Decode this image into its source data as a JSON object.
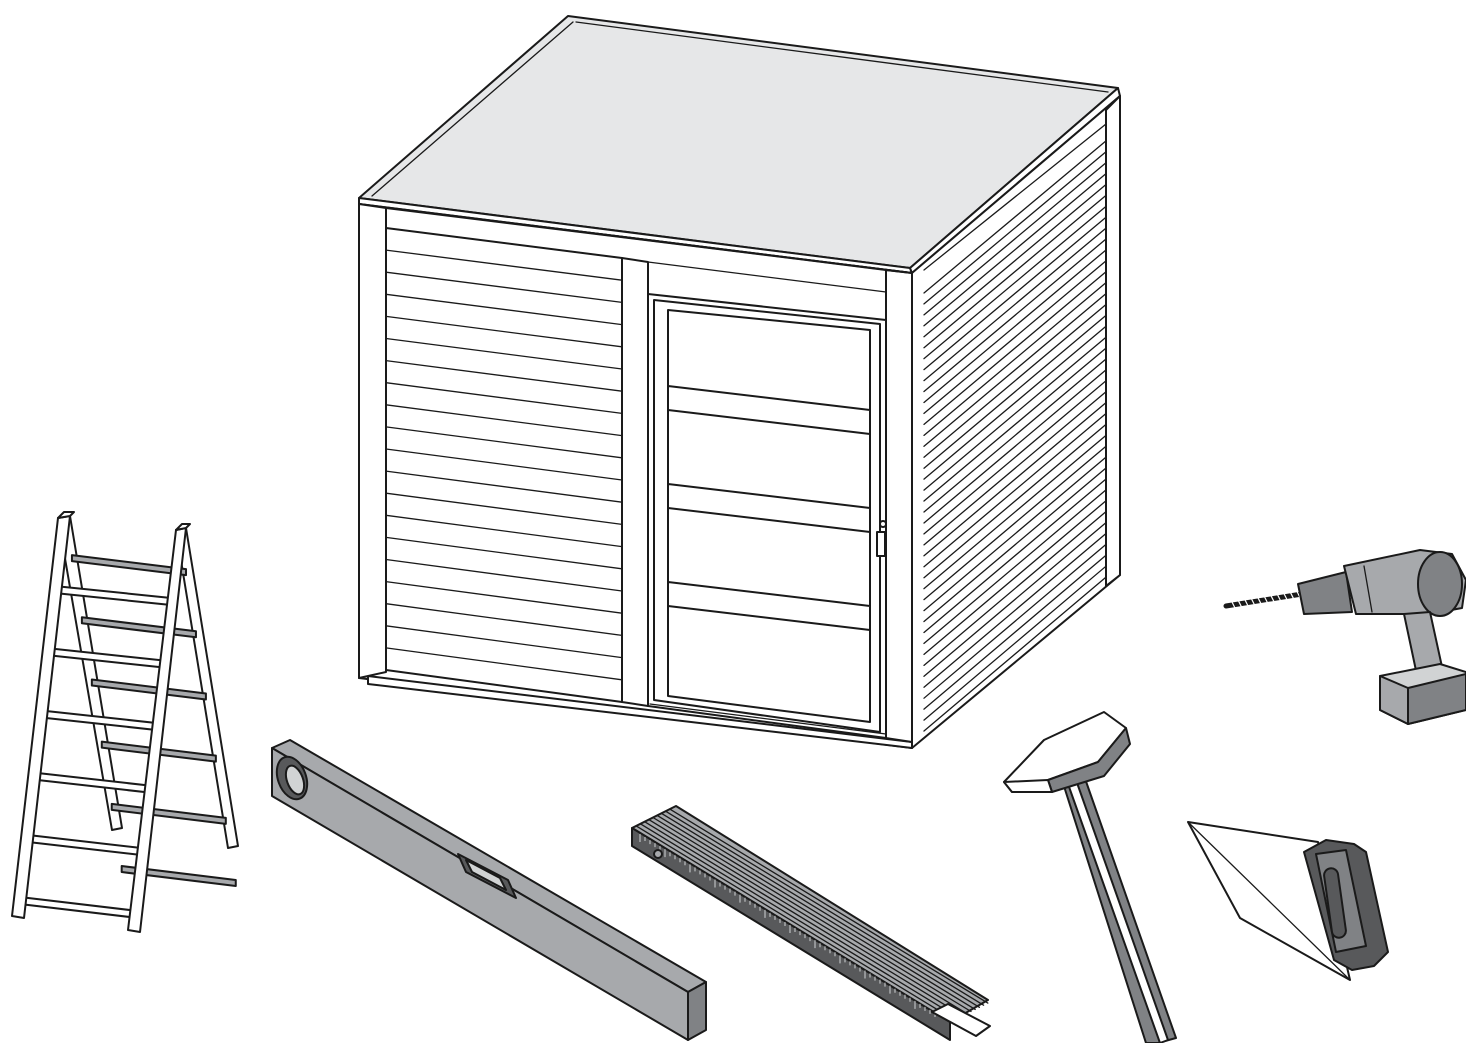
{
  "scene": {
    "subject": "garden-shed",
    "tools": [
      "ladder-icon",
      "spirit-level-icon",
      "folding-rule-icon",
      "hammer-icon",
      "cordless-drill-icon",
      "hand-saw-icon"
    ]
  },
  "colors": {
    "outline": "#1a1a1a",
    "roof": "#e6e7e8",
    "wall": "#ffffff",
    "tool_grey": "#a7a9ac",
    "tool_dark": "#58595b",
    "glass": "#ffffff"
  },
  "shed": {
    "front_boards": 20,
    "side_boards": 42,
    "door_glass_panes": 4
  },
  "ladder": {
    "rungs": 6
  }
}
